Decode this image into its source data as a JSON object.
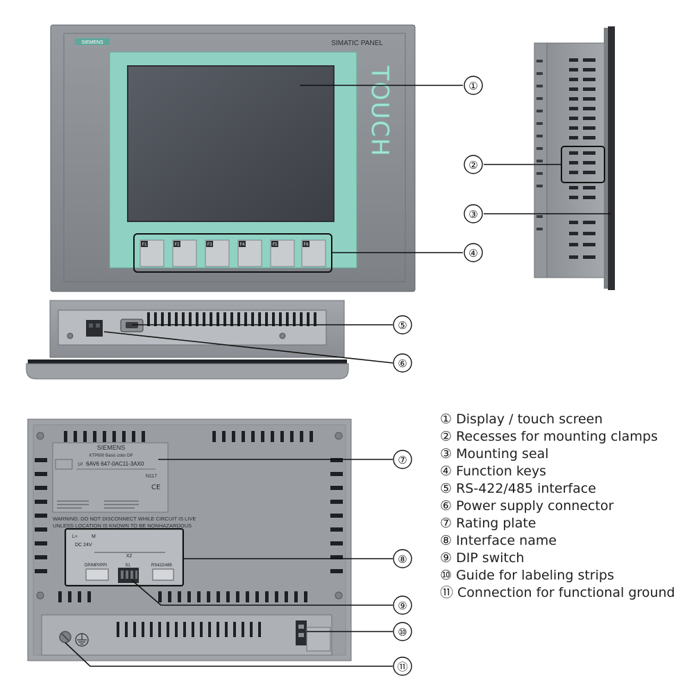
{
  "front": {
    "brand": "SIEMENS",
    "model_line": "SIMATIC PANEL",
    "vertical_text": "TOUCH",
    "fkeys": [
      "F1",
      "F2",
      "F3",
      "F4",
      "F5",
      "F6"
    ]
  },
  "rating_plate": {
    "brand": "SIEMENS",
    "model": "KTP600 Basic color DP",
    "part_prefix": "1P",
    "part_number": "6AV6 647-0AC11-3AX0",
    "cert": "N117",
    "warning_line1": "WARNING: DO NOT DISCONNECT WHILE CIRCUIT IS LIVE",
    "warning_line2": "UNLESS LOCATION IS KNOWN TO BE NONHAZARDOUS"
  },
  "interfaces": {
    "power_label": "L+",
    "m_label": "M",
    "dc_label": "DC 24V",
    "x2_label": "X2",
    "dp_label": "DP/MPI/PPI",
    "s1_label": "S1",
    "rs_label": "RS422/485"
  },
  "callouts": [
    "①",
    "②",
    "③",
    "④",
    "⑤",
    "⑥",
    "⑦",
    "⑧",
    "⑨",
    "⑩",
    "⑪"
  ],
  "legend": [
    "① Display / touch screen",
    "② Recesses for mounting clamps",
    "③ Mounting seal",
    "④ Function keys",
    "⑤ RS-422/485 interface",
    "⑥ Power supply connector",
    "⑦ Rating plate",
    "⑧ Interface name",
    "⑨ DIP switch",
    "⑩ Guide for labeling strips",
    "⑪ Connection for functional ground"
  ],
  "colors": {
    "housing": "#8e9297",
    "bezel": "#7f8388",
    "frame": "#8fd2c4",
    "screen": "#4a4e55",
    "key": "#c9cccf",
    "back": "#9a9ea3",
    "vent": "#202226"
  }
}
